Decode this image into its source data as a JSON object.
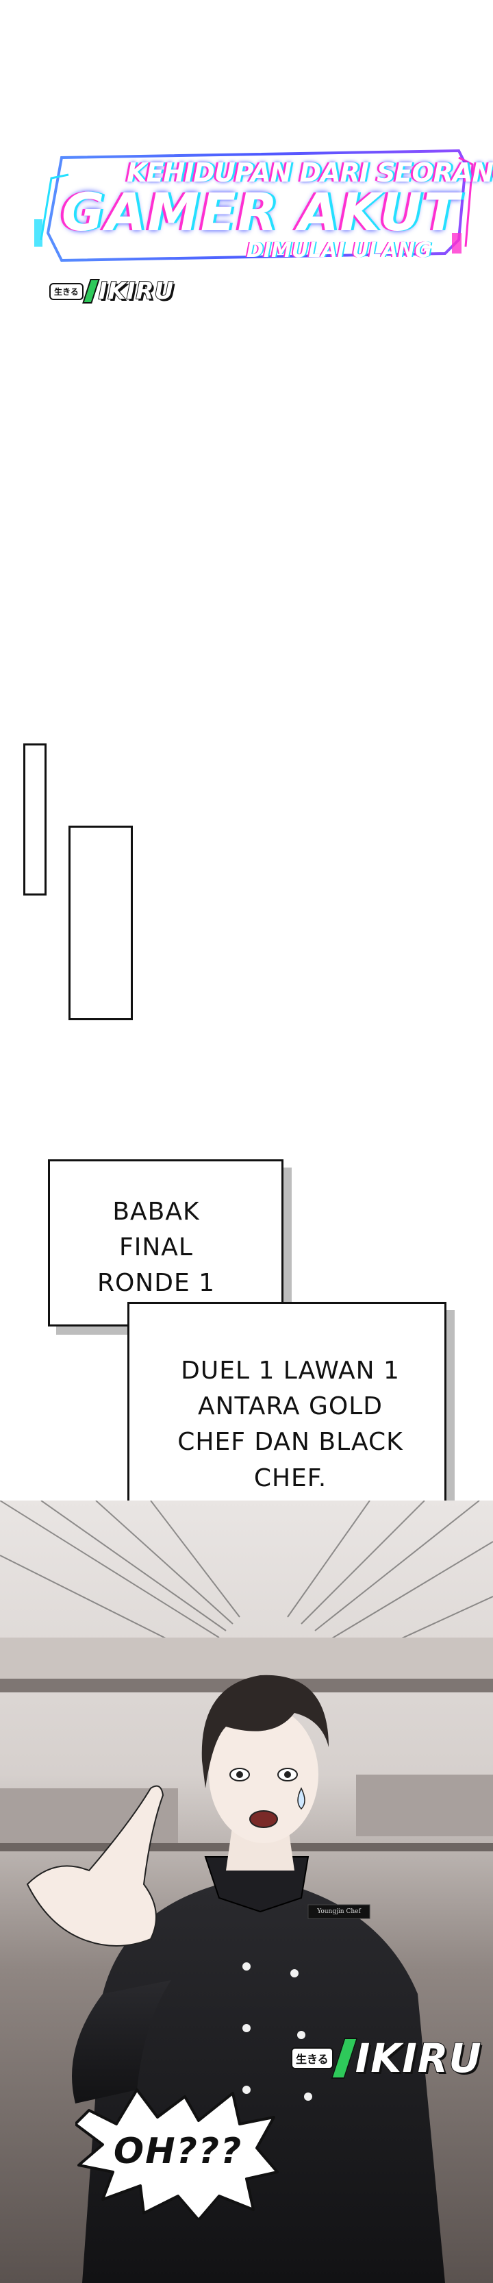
{
  "title": {
    "line1": "KEHIDUPAN DARI SEORANG",
    "line2": "GAMER AKUT",
    "line3": "DIMULAI ULANG"
  },
  "watermark": {
    "kanji": "生きる",
    "wordmark": "IKIRU"
  },
  "captions": {
    "first": "BABAK FINAL RONDE 1",
    "second": "DUEL 1 LAWAN 1 ANTARA GOLD CHEF DAN BLACK CHEF."
  },
  "scene": {
    "badge": "Youngjin Chef",
    "speech": "OH???"
  },
  "colors": {
    "glitch_pink": "#ff2fd0",
    "glitch_cyan": "#24e0ff",
    "ikiru_green": "#2ec95a",
    "uniform": "#1a1a1c"
  }
}
